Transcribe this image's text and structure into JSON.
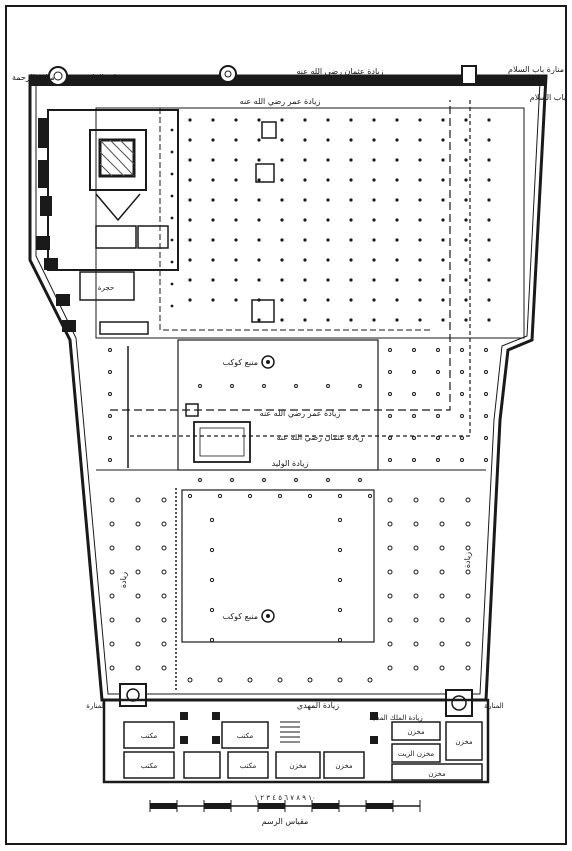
{
  "colors": {
    "ink": "#1a1a1a",
    "paper": "#ffffff",
    "hatch": "#555555"
  },
  "labels": {
    "minaret_bab_al_salam": "منارة باب السلام",
    "bab_al_salam": "باب السلام",
    "minaret_rahma": "منارة الرحمة",
    "ziyadat_al_walid_top": "زيادة الوليد",
    "ziyadat_uthman_top": "زيادة عثمان رضي الله عنه",
    "ziyadat_umar_top": "زيادة عمر رضي الله عنه",
    "ziyadat_umar_mid": "زيادة عمر رضي الله عنه",
    "ziyadat_uthman_mid": "زيادة عثمان رضي الله عنه",
    "ziyadat_al_walid_mid": "زيادة الوليد",
    "ziyadat_al_mahdi": "زيادة المهدي",
    "ziyadat_right_side": "زيادة",
    "ziyadat_left_side": "زيادة",
    "ziyadat_bottom": "زيادة الملك المجيد",
    "fountain_top": "منبع كوكب",
    "fountain_bottom": "منبع كوكب",
    "minaret_bottom_left": "المنارة",
    "minaret_bottom_right": "المنارة",
    "room_1": "مكتب",
    "room_2": "مكتب",
    "room_3": "مكتب",
    "room_4": "مكتب",
    "room_5": "مخزن",
    "room_6": "مخزن",
    "room_7": "مخزن",
    "room_8": "مخزن",
    "room_9": "مخزن",
    "room_10": "مخزن الزيت",
    "side_rooms": "حجرة",
    "scale_title": "مقياس الرسم",
    "scale_numbers": "١٠ ٩ ٨ ٧ ٦ ٥ ٤ ٣ ٢ ١"
  }
}
